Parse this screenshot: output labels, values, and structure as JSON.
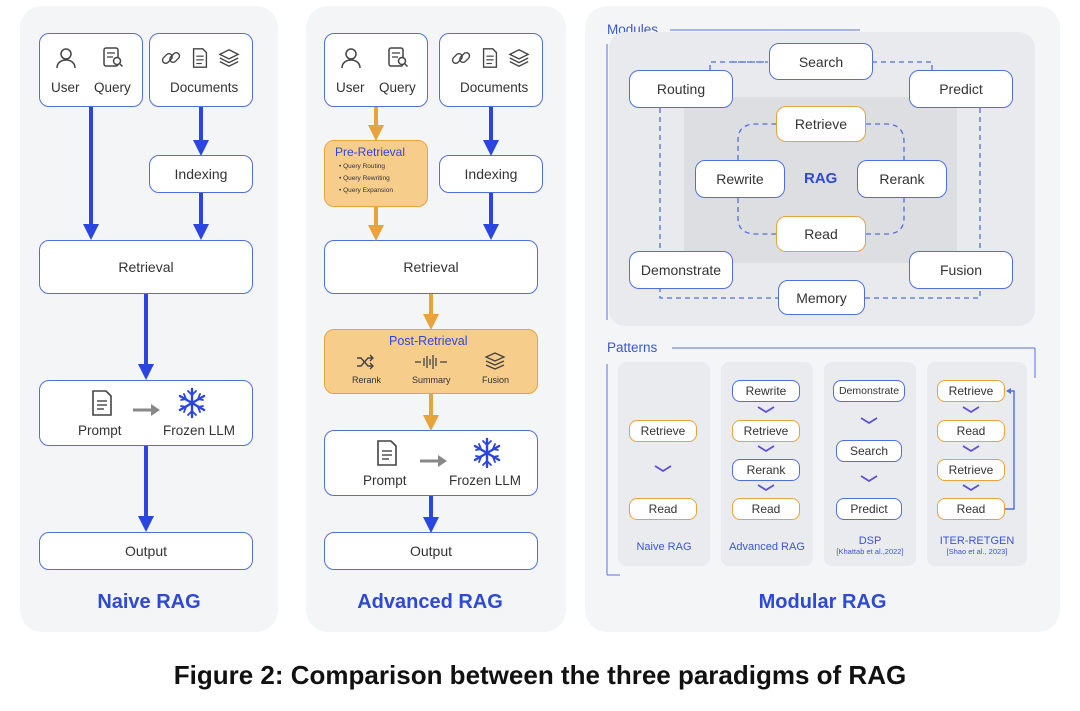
{
  "naive": {
    "user": "User",
    "query": "Query",
    "documents": "Documents",
    "indexing": "Indexing",
    "retrieval": "Retrieval",
    "prompt": "Prompt",
    "frozen_llm": "Frozen LLM",
    "output": "Output",
    "title": "Naive RAG"
  },
  "advanced": {
    "user": "User",
    "query": "Query",
    "documents": "Documents",
    "pre_retrieval": "Pre-Retrieval",
    "pre_items": [
      "Query Routing",
      "Query Rewriting",
      "Query Expansion"
    ],
    "indexing": "Indexing",
    "retrieval": "Retrieval",
    "post_retrieval": "Post-Retrieval",
    "post_items": [
      "Rerank",
      "Summary",
      "Fusion"
    ],
    "prompt": "Prompt",
    "frozen_llm": "Frozen LLM",
    "output": "Output",
    "title": "Advanced RAG"
  },
  "modular": {
    "modules_label": "Modules",
    "modules": {
      "search": "Search",
      "routing": "Routing",
      "predict": "Predict",
      "retrieve": "Retrieve",
      "rewrite": "Rewrite",
      "rag": "RAG",
      "rerank": "Rerank",
      "read": "Read",
      "demonstrate": "Demonstrate",
      "fusion": "Fusion",
      "memory": "Memory"
    },
    "patterns_label": "Patterns",
    "patterns": {
      "naive": {
        "items": [
          "Retrieve",
          "Read"
        ],
        "name": "Naive RAG"
      },
      "advanced": {
        "items": [
          "Rewrite",
          "Retrieve",
          "Rerank",
          "Read"
        ],
        "name": "Advanced RAG"
      },
      "dsp": {
        "items": [
          "Demonstrate",
          "Search",
          "Predict"
        ],
        "name": "DSP",
        "cite": "[Khattab et al.,2022]"
      },
      "iter": {
        "items": [
          "Retrieve",
          "Read",
          "Retrieve",
          "Read"
        ],
        "name": "ITER-RETGEN",
        "cite": "[Shao et al., 2023]"
      }
    },
    "title": "Modular RAG"
  },
  "caption": "Figure 2: Comparison between the three paradigms of RAG",
  "colors": {
    "blue": "#3b55d8",
    "arrow_blue": "#2a45e0",
    "orange": "#e8a33c",
    "orange_fill": "#f7cd8c",
    "panel": "#f4f5f7"
  }
}
